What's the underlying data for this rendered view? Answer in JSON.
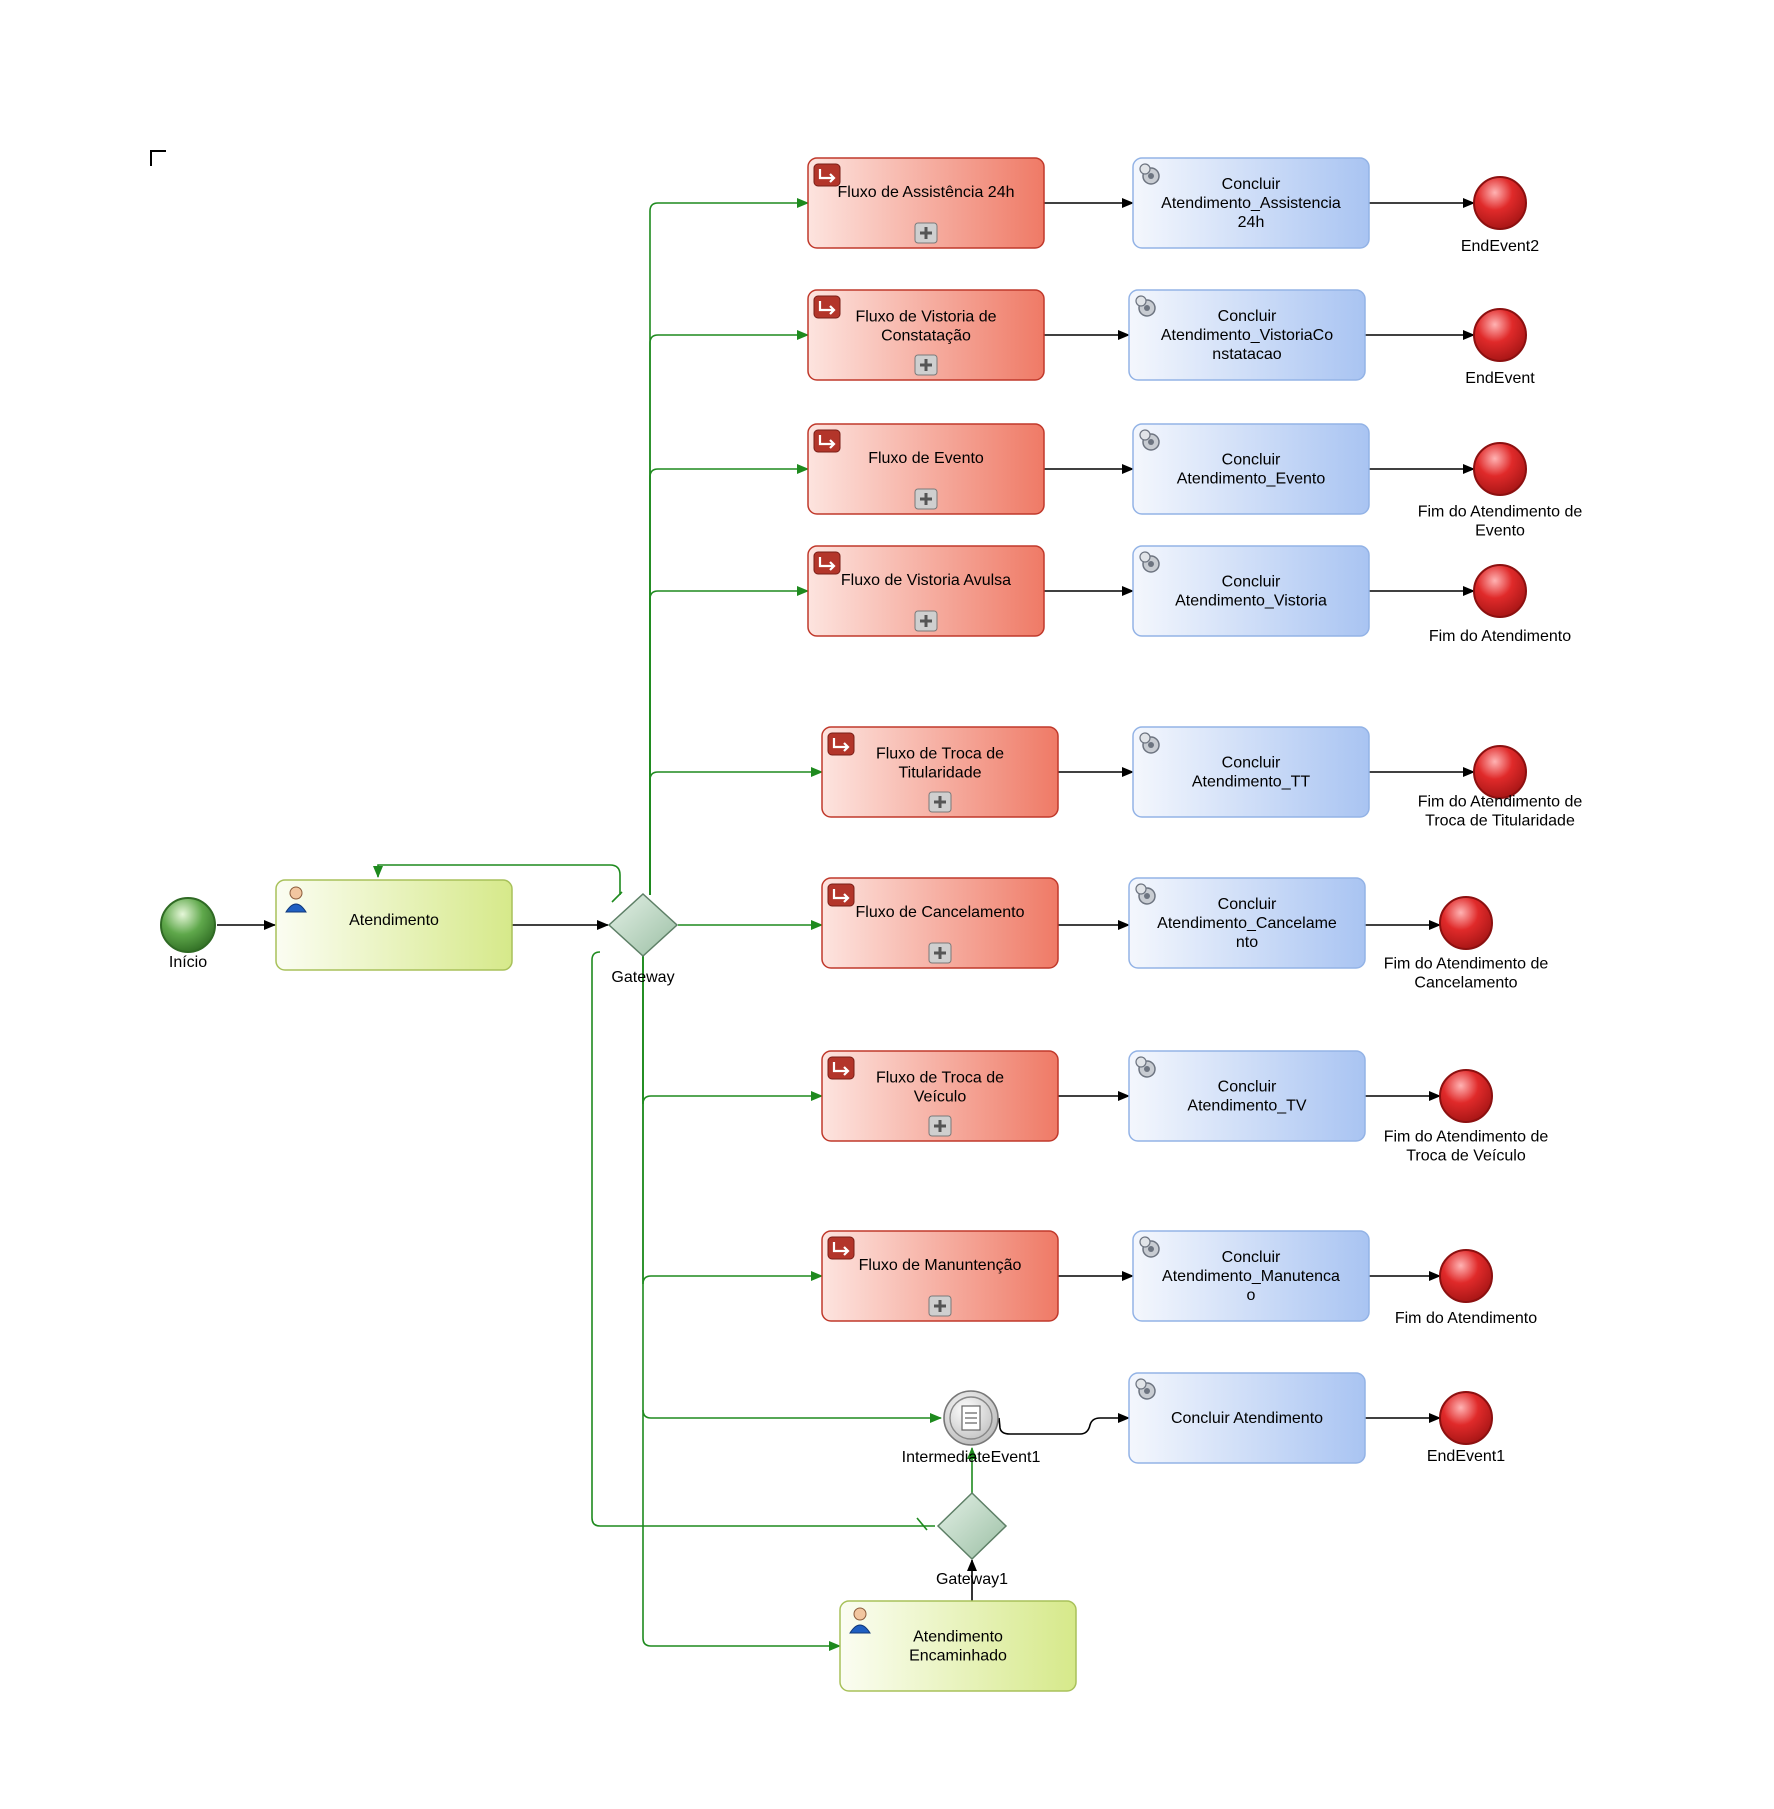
{
  "colors": {
    "accent_flow": "#1e8a1e",
    "sequence_flow": "#000000",
    "subprocess_fill_start": "#fde4df",
    "subprocess_fill_end": "#ef7a66",
    "subprocess_border": "#c0392b",
    "service_fill_start": "#f4f7fd",
    "service_fill_end": "#a9c4f2",
    "service_border": "#93b3e6",
    "user_fill_start": "#fbfdf2",
    "user_fill_end": "#d6e98a",
    "user_border": "#a8c15a",
    "start_event": "#5fa84b",
    "end_event": "#e02a2a",
    "gateway": "#9bbfa4"
  },
  "diagram": {
    "start": {
      "label": "Início",
      "icon": "start-event-icon"
    },
    "tasks": {
      "atendimento": {
        "label": "Atendimento",
        "icon": "user-icon"
      },
      "atendimento_encaminhado": {
        "lines": [
          "Atendimento",
          "Encaminhado"
        ],
        "icon": "user-icon"
      }
    },
    "gateways": {
      "gateway": {
        "label": "Gateway"
      },
      "gateway1": {
        "label": "Gateway1"
      }
    },
    "intermediate": {
      "label": "IntermediateEvent1",
      "icon": "message-event-icon"
    },
    "branches": [
      {
        "subprocess": [
          "Fluxo de Assistência 24h"
        ],
        "service": [
          "Concluir",
          "Atendimento_Assistencia",
          "24h"
        ],
        "end": [
          "EndEvent2"
        ]
      },
      {
        "subprocess": [
          "Fluxo de Vistoria de",
          "Constatação"
        ],
        "service": [
          "Concluir",
          "Atendimento_VistoriaCo",
          "nstatacao"
        ],
        "end": [
          "EndEvent"
        ]
      },
      {
        "subprocess": [
          "Fluxo de Evento"
        ],
        "service": [
          "Concluir",
          "Atendimento_Evento"
        ],
        "end": [
          "Fim do Atendimento de",
          "Evento"
        ]
      },
      {
        "subprocess": [
          "Fluxo de Vistoria Avulsa"
        ],
        "service": [
          "Concluir",
          "Atendimento_Vistoria"
        ],
        "end": [
          "Fim do Atendimento"
        ]
      },
      {
        "subprocess": [
          "Fluxo de Troca de",
          "Titularidade"
        ],
        "service": [
          "Concluir",
          "Atendimento_TT"
        ],
        "end": [
          "Fim do Atendimento de",
          "Troca de Titularidade"
        ]
      },
      {
        "subprocess": [
          "Fluxo de Cancelamento"
        ],
        "service": [
          "Concluir",
          "Atendimento_Cancelame",
          "nto"
        ],
        "end": [
          "Fim do Atendimento de",
          "Cancelamento"
        ]
      },
      {
        "subprocess": [
          "Fluxo de Troca de",
          "Veículo"
        ],
        "service": [
          "Concluir",
          "Atendimento_TV"
        ],
        "end": [
          "Fim do Atendimento de",
          "Troca de Veículo"
        ]
      },
      {
        "subprocess": [
          "Fluxo de Manuntenção"
        ],
        "service": [
          "Concluir",
          "Atendimento_Manutenca",
          "o"
        ],
        "end": [
          "Fim do Atendimento"
        ]
      }
    ],
    "final_branch": {
      "service": [
        "Concluir Atendimento"
      ],
      "end": [
        "EndEvent1"
      ]
    }
  }
}
